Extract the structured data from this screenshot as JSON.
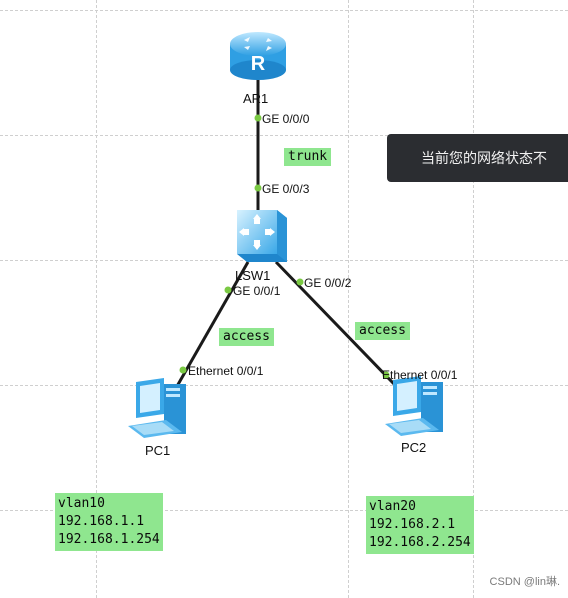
{
  "devices": {
    "router": "AR1",
    "switch": "LSW1",
    "pc1": "PC1",
    "pc2": "PC2"
  },
  "ports": {
    "ar1_ge000": "GE 0/0/0",
    "lsw1_ge003": "GE 0/0/3",
    "lsw1_ge001": "GE 0/0/1",
    "lsw1_ge002": "GE 0/0/2",
    "pc1_eth": "Ethernet 0/0/1",
    "pc2_eth": "Ethernet 0/0/1"
  },
  "link_tags": {
    "trunk": "trunk",
    "access_left": "access",
    "access_right": "access"
  },
  "notes": {
    "pc1": [
      "vlan10",
      "192.168.1.1",
      "192.168.1.254"
    ],
    "pc2": [
      "vlan20",
      "192.168.2.1",
      "192.168.2.254"
    ]
  },
  "toast": "当前您的网络状态不",
  "watermark": "CSDN @lin琳.",
  "colors": {
    "tag_bg": "#8fe68f",
    "port_dot": "#7ac943",
    "device_blue": "#3aa8e8",
    "toast_bg": "#2b2d31"
  }
}
